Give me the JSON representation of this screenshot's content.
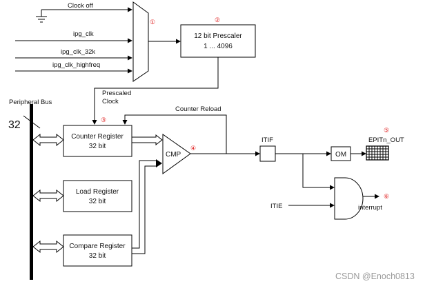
{
  "mux_inputs": {
    "clock_off": "Clock off",
    "ipg_clk": "ipg_clk",
    "ipg_clk_32k": "ipg_clk_32k",
    "ipg_clk_highfreq": "ipg_clk_highfreq"
  },
  "prescaler": {
    "line1": "12 bit Prescaler",
    "line2": "1 ... 4096"
  },
  "prescaled_clock": {
    "line1": "Prescaled",
    "line2": "Clock"
  },
  "peripheral_bus": {
    "label": "Peripheral Bus",
    "width": "32"
  },
  "counter_register": {
    "line1": "Counter Register",
    "line2": "32 bit"
  },
  "load_register": {
    "line1": "Load Register",
    "line2": "32 bit"
  },
  "compare_register": {
    "line1": "Compare Register",
    "line2": "32 bit"
  },
  "counter_reload": "Counter Reload",
  "cmp": "CMP",
  "itif": "ITIF",
  "itie": "ITIE",
  "om": "OM",
  "output_pin": "EPITn_OUT",
  "interrupt": "interrupt",
  "markers": [
    "①",
    "②",
    "③",
    "④",
    "⑤",
    "⑥"
  ],
  "watermark": "CSDN @Enoch0813",
  "colors": {
    "marker": "#e02020",
    "line": "#000000",
    "watermark": "#9a9a9a"
  }
}
